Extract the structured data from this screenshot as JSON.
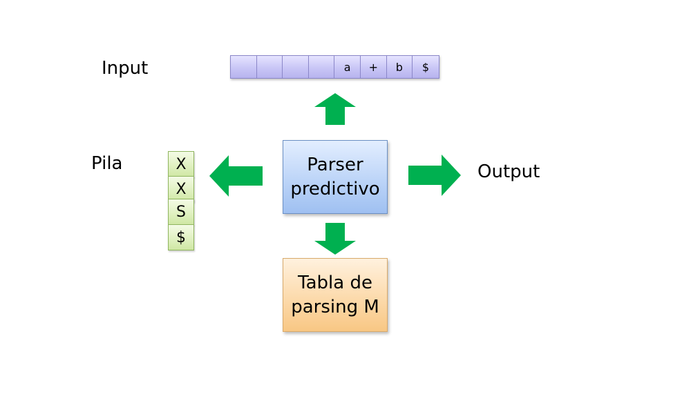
{
  "labels": {
    "input": "Input",
    "pila": "Pila",
    "output": "Output"
  },
  "input_tape": {
    "cells": [
      "",
      "",
      "",
      "",
      "a",
      "+",
      "b",
      "$"
    ]
  },
  "stack": {
    "cells": [
      "X",
      "X",
      "S",
      "$"
    ]
  },
  "parser_box": {
    "text": "Parser\npredictivo"
  },
  "table_box": {
    "text": "Tabla de\nparsing M"
  },
  "colors": {
    "arrow": "#00b050",
    "parser_fill": "#b9d2f7",
    "table_fill": "#fcd8a7",
    "tape_fill": "#c9c6f6",
    "stack_fill": "#dff0bf"
  },
  "icons": {
    "arrows": [
      "arrow-up-icon",
      "arrow-left-icon",
      "arrow-right-icon",
      "arrow-down-icon"
    ]
  }
}
